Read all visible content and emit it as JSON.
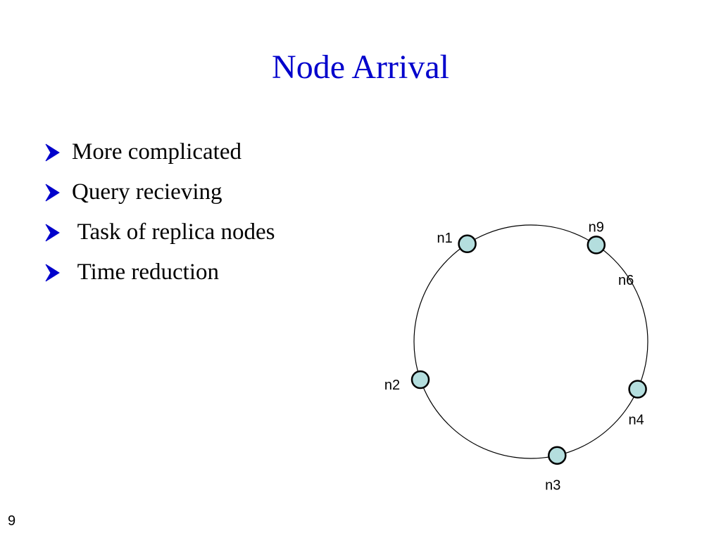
{
  "slide": {
    "title": "Node Arrival",
    "bullets": [
      "More complicated",
      "Query recieving",
      " Task of replica nodes",
      " Time reduction"
    ],
    "page_number": "9"
  },
  "diagram": {
    "ring_nodes": [
      {
        "id": "n9",
        "label": "n9",
        "angle_deg": 56
      },
      {
        "id": "n6",
        "label": "n6",
        "angle_deg": 30
      },
      {
        "id": "n1",
        "label": "n1",
        "angle_deg": 123
      },
      {
        "id": "n2",
        "label": "n2",
        "angle_deg": 199
      },
      {
        "id": "n4",
        "label": "n4",
        "angle_deg": 336
      },
      {
        "id": "n3",
        "label": "n3",
        "angle_deg": 283
      }
    ],
    "colors": {
      "node_fill": "#b4dede",
      "node_stroke": "#000000",
      "ring_stroke": "#000000",
      "title": "#0000cc",
      "bullet": "#0000cc"
    },
    "icons": {
      "bullet": "arrowhead-bullet-icon"
    }
  }
}
